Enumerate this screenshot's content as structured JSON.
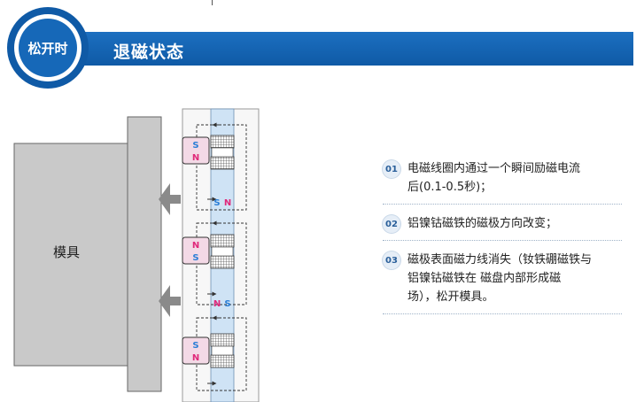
{
  "header": {
    "badge": "松开时",
    "title": "退磁状态"
  },
  "diagram": {
    "mold_label": "模具",
    "pole_left_1": [
      "S",
      "N"
    ],
    "pole_center_1": [
      "S",
      "N"
    ],
    "pole_left_2": [
      "N",
      "S"
    ],
    "pole_center_2": [
      "N",
      "S"
    ],
    "pole_left_3": [
      "S",
      "N"
    ],
    "colors": {
      "s": "#2a7ed6",
      "n": "#e0287a",
      "frame": "#1f5fa8",
      "core": "#cfe3f5"
    }
  },
  "steps": [
    {
      "num": "01",
      "lines": [
        "电磁线圈内通过一个瞬间励磁电流",
        "后(0.1-0.5秒)；"
      ]
    },
    {
      "num": "02",
      "lines": [
        "铝镍钴磁铁的磁极方向改变；"
      ]
    },
    {
      "num": "03",
      "lines": [
        "磁极表面磁力线消失（钕铁硼磁铁与",
        "铝镍钴磁铁在 磁盘内部形成磁",
        "场），松开模具。"
      ]
    }
  ]
}
